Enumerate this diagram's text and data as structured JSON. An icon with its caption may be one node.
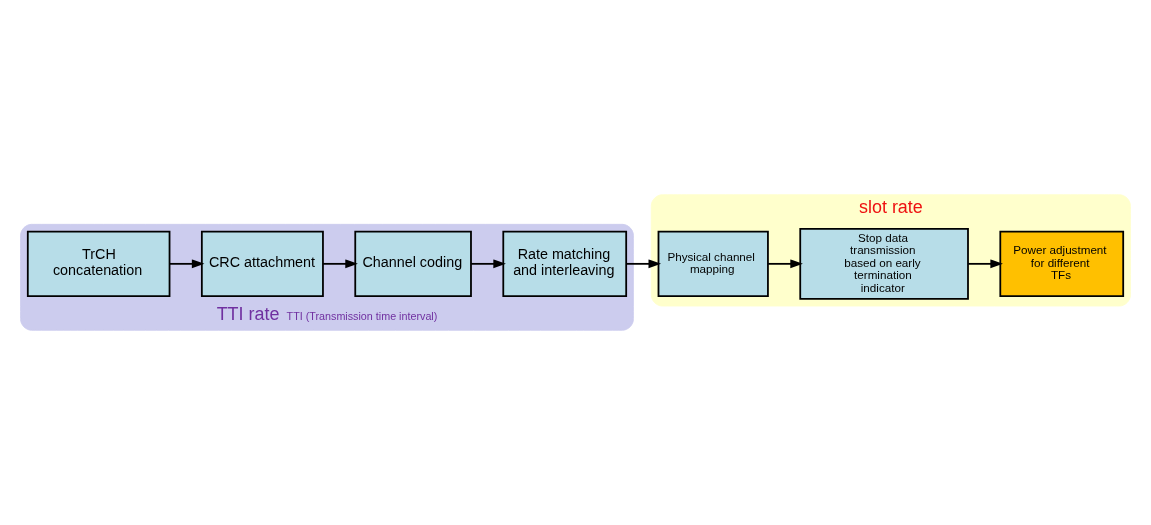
{
  "diagram": {
    "nodes": [
      {
        "text": [
          "TTI rate",
          "TTI (Transmission time interval)"
        ]
      },
      {
        "text": [
          "TrCH concatenation"
        ],
        "in": 0
      },
      {
        "text": [
          "CRC attachment"
        ],
        "in": 0
      },
      {
        "text": [
          "Channel coding"
        ],
        "in": 0
      },
      {
        "text": [
          "Rate matching and interleaving"
        ],
        "in": 0
      },
      {
        "text": [
          "slot rate"
        ]
      },
      {
        "text": [
          "Power adjustment for different TFs"
        ],
        "in": 5
      },
      {
        "text": [
          "Stop data transmission based on early termination indicator"
        ],
        "in": 5
      },
      {
        "text": [
          "Physical channel mapping"
        ],
        "in": 5
      }
    ],
    "edges": [
      {
        "from": 1,
        "to": 2,
        "arrow": "to"
      },
      {
        "from": 2,
        "to": 3,
        "arrow": "to"
      },
      {
        "from": 3,
        "to": 4,
        "arrow": "to"
      },
      {
        "from": 4,
        "to": 8,
        "arrow": "to"
      },
      {
        "from": 8,
        "to": 7,
        "arrow": "to"
      },
      {
        "from": 7,
        "to": 6,
        "arrow": "to"
      }
    ]
  }
}
